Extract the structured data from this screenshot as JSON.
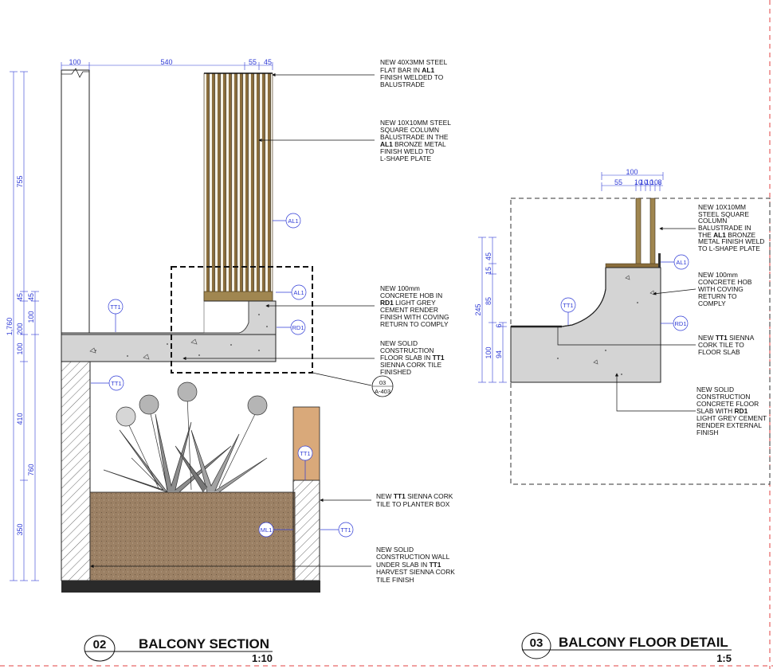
{
  "left_view": {
    "title_number": "02",
    "title": "BALCONY SECTION",
    "scale": "1:10",
    "dims_top": [
      "100",
      "540",
      "55",
      "45"
    ],
    "dims_left_outer": [
      "1,760"
    ],
    "dims_left_mid": [
      "755",
      "45",
      "200",
      "100",
      "410",
      "760",
      "350"
    ],
    "dims_left_inner": [
      "45",
      "100"
    ],
    "notes": {
      "flat_bar": [
        "NEW 40X3MM STEEL",
        "FLAT BAR IN ",
        "AL1",
        "FINISH WELDED TO",
        "BALUSTRADE"
      ],
      "column": [
        "NEW 10X10MM STEEL",
        "SQUARE COLUMN",
        "BALUSTRADE IN THE",
        "AL1",
        " BRONZE METAL",
        "FINISH WELD TO",
        "L-SHAPE PLATE"
      ],
      "hob": [
        "NEW 100mm",
        "CONCRETE HOB IN",
        "RD1",
        " LIGHT GREY",
        "CEMENT RENDER",
        "FINISH WITH COVING",
        "RETURN TO COMPLY"
      ],
      "slab": [
        "NEW SOLID",
        "CONSTRUCTION",
        "FLOOR SLAB IN ",
        "TT1",
        "SIENNA CORK TILE",
        "FINISHED"
      ],
      "planter": [
        "NEW ",
        "TT1",
        " SIENNA  CORK",
        "TILE TO PLANTER BOX"
      ],
      "wall": [
        "NEW SOLID",
        "CONSTRUCTION WALL",
        "UNDER SLAB IN ",
        "TT1",
        "HARVEST SIENNA CORK",
        "TILE FINISH"
      ]
    },
    "tags": [
      "AL1",
      "AL1",
      "TT1",
      "RD1",
      "TT1",
      "TT1",
      "ML1",
      "TT1"
    ],
    "callout": {
      "top": "03",
      "bottom": "A-403"
    }
  },
  "right_view": {
    "title_number": "03",
    "title": "BALCONY FLOOR DETAIL",
    "scale": "1:5",
    "dims_top": [
      "100"
    ],
    "dims_top_sub": [
      "55",
      "10",
      "10",
      "10",
      "10",
      "8"
    ],
    "dims_left_outer": [
      "245"
    ],
    "dims_left_mid": [
      "45",
      "15",
      "85",
      "100"
    ],
    "dims_left_inner": [
      "94",
      "6"
    ],
    "notes": {
      "column": [
        "NEW 10X10MM",
        "STEEL SQUARE",
        "COLUMN",
        "BALUSTRADE IN",
        "THE ",
        "AL1",
        " BRONZE",
        "METAL FINISH WELD",
        "TO L-SHAPE PLATE"
      ],
      "hob": [
        "NEW 100mm",
        "CONCRETE HOB",
        "WITH COVING",
        "RETURN TO",
        "COMPLY"
      ],
      "tile": [
        "NEW ",
        "TT1",
        " SIENNA",
        "CORK TILE TO",
        "FLOOR SLAB"
      ],
      "slab": [
        "NEW SOLID",
        "CONSTRUCTION",
        "CONCRETE FLOOR",
        "SLAB WITH ",
        "RD1",
        "LIGHT GREY CEMENT",
        "RENDER EXTERNAL",
        "FINISH"
      ]
    },
    "tags": [
      "AL1",
      "TT1",
      "RD1"
    ]
  },
  "colors": {
    "dimension": "#2f3bd6",
    "concrete": "#d4d4d4",
    "soil": "#9b8064",
    "bronze": "#8a6d3b",
    "timber": "#d9a97a",
    "sheet_border": "#e04040"
  }
}
